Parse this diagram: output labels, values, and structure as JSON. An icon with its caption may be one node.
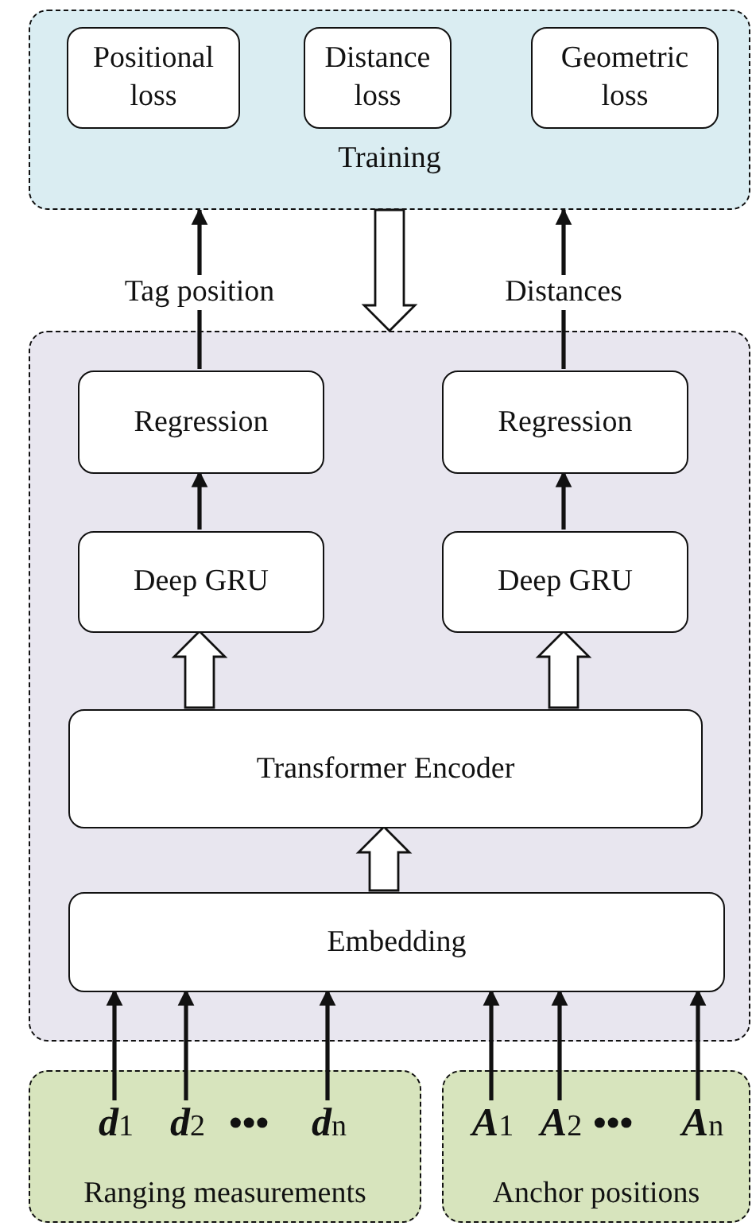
{
  "diagram": {
    "nodes": [
      {
        "text": [
          "Training"
        ]
      },
      {
        "text": [
          "Positional loss"
        ],
        "in": 0
      },
      {
        "text": [
          "Distance loss"
        ],
        "in": 0
      },
      {
        "text": [
          "Geometric loss"
        ],
        "in": 0
      },
      {
        "text": [],
        "shape": "box"
      },
      {
        "text": [
          "Regression"
        ],
        "in": 4
      },
      {
        "text": [
          "Regression"
        ],
        "in": 4
      },
      {
        "text": [
          "Deep GRU"
        ],
        "in": 4
      },
      {
        "text": [
          "Deep GRU"
        ],
        "in": 4
      },
      {
        "text": [
          "Transformer Encoder"
        ],
        "in": 4
      },
      {
        "text": [
          "Embedding"
        ],
        "in": 4
      },
      {
        "text": [
          "Ranging measurements"
        ]
      },
      {
        "text": [
          "**d**1"
        ],
        "in": 11
      },
      {
        "text": [
          "**d**2"
        ],
        "in": 11
      },
      {
        "text": [
          "**d**n"
        ],
        "in": 11
      },
      {
        "text": [
          "Anchor positions"
        ]
      },
      {
        "text": [
          "**A**1"
        ],
        "in": 15
      },
      {
        "text": [
          "**A**2"
        ],
        "in": 15
      },
      {
        "text": [
          "**A**n"
        ],
        "in": 15
      }
    ],
    "edges": [
      {
        "from": 5,
        "to": 0,
        "arrow": "to",
        "label": "Tag position"
      },
      {
        "from": 6,
        "to": 0,
        "arrow": "to",
        "label": "Distances"
      },
      {
        "from": 0,
        "to": 4,
        "arrow": "to",
        "style": "thick"
      },
      {
        "from": 7,
        "to": 5,
        "arrow": "to"
      },
      {
        "from": 8,
        "to": 6,
        "arrow": "to"
      },
      {
        "from": 9,
        "to": 7,
        "arrow": "to",
        "style": "thick"
      },
      {
        "from": 9,
        "to": 8,
        "arrow": "to",
        "style": "thick"
      },
      {
        "from": 10,
        "to": 9,
        "arrow": "to",
        "style": "thick"
      },
      {
        "from": 12,
        "to": 10,
        "arrow": "to"
      },
      {
        "from": 13,
        "to": 10,
        "arrow": "to"
      },
      {
        "from": 14,
        "to": 10,
        "arrow": "to"
      },
      {
        "from": 16,
        "to": 10,
        "arrow": "to"
      },
      {
        "from": 17,
        "to": 10,
        "arrow": "to"
      },
      {
        "from": 18,
        "to": 10,
        "arrow": "to"
      }
    ],
    "labels": [
      "•••",
      "•••"
    ]
  }
}
